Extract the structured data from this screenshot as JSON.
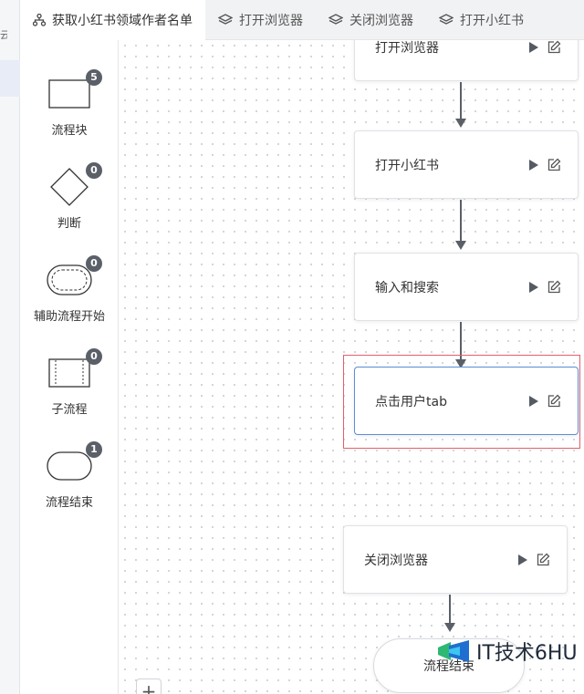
{
  "sidebar": {
    "glyph": "云"
  },
  "tabs": [
    {
      "label": "获取小红书领域作者名单",
      "icon": "flow-icon",
      "active": true
    },
    {
      "label": "打开浏览器",
      "icon": "layers-icon",
      "active": false
    },
    {
      "label": "关闭浏览器",
      "icon": "layers-icon",
      "active": false
    },
    {
      "label": "打开小红书",
      "icon": "layers-icon",
      "active": false
    }
  ],
  "palette": [
    {
      "label": "流程块",
      "count": "5",
      "shape": "rectangle"
    },
    {
      "label": "判断",
      "count": "0",
      "shape": "diamond"
    },
    {
      "label": "辅助流程开始",
      "count": "0",
      "shape": "double-pill"
    },
    {
      "label": "子流程",
      "count": "0",
      "shape": "subprocess"
    },
    {
      "label": "流程结束",
      "count": "1",
      "shape": "pill"
    }
  ],
  "nodes": [
    {
      "label": "打开浏览器"
    },
    {
      "label": "打开小红书"
    },
    {
      "label": "输入和搜索"
    },
    {
      "label": "点击用户tab",
      "selected": true
    },
    {
      "label": "关闭浏览器"
    }
  ],
  "end_node": {
    "label": "流程结束"
  },
  "zoom": {
    "label": "+"
  },
  "watermark": {
    "text": "IT技术6HU"
  },
  "colors": {
    "accent": "#5b8ed6",
    "highlight": "#e0606a",
    "badge": "#5a5f68"
  }
}
